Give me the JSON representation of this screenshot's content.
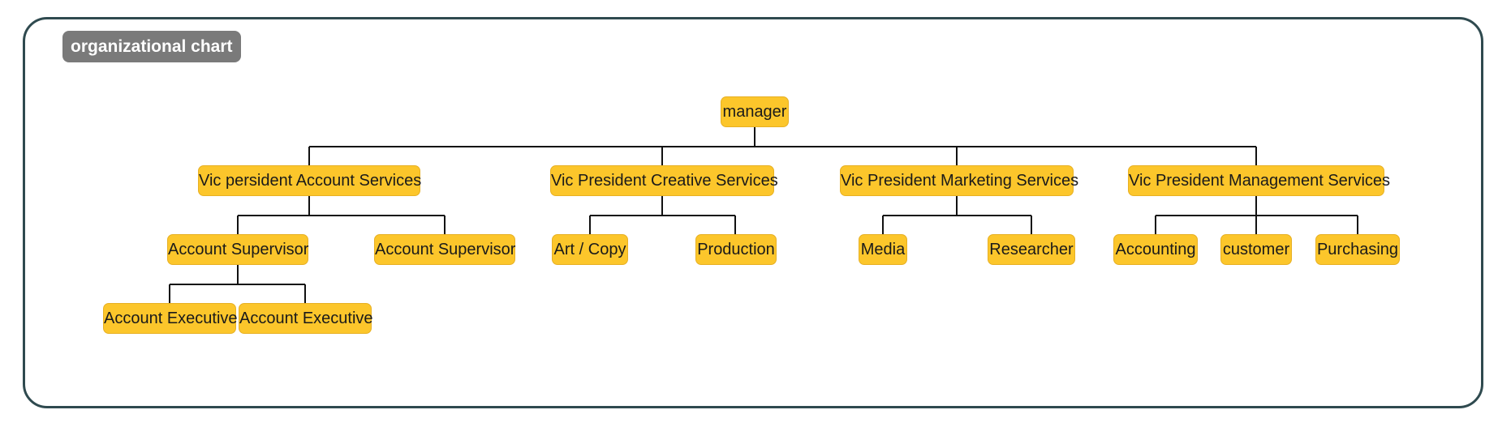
{
  "diagram": {
    "type": "org-chart",
    "title": "organizational chart",
    "colors": {
      "node_fill": "#fcc62b",
      "badge_fill": "#7a7a7a",
      "frame_border": "#2f4a4f",
      "connector": "#111111"
    },
    "root": {
      "label": "manager",
      "children": [
        {
          "label": "Vic persident Account Services",
          "children": [
            {
              "label": "Account Supervisor",
              "children": [
                {
                  "label": "Account Executive"
                },
                {
                  "label": "Account Executive"
                }
              ]
            },
            {
              "label": "Account Supervisor"
            }
          ]
        },
        {
          "label": "Vic President Creative Services",
          "children": [
            {
              "label": "Art / Copy"
            },
            {
              "label": "Production"
            }
          ]
        },
        {
          "label": "Vic President Marketing Services",
          "children": [
            {
              "label": "Media"
            },
            {
              "label": "Researcher"
            }
          ]
        },
        {
          "label": "Vic President Management Services",
          "children": [
            {
              "label": "Accounting"
            },
            {
              "label": "customer"
            },
            {
              "label": "Purchasing"
            }
          ]
        }
      ]
    }
  }
}
